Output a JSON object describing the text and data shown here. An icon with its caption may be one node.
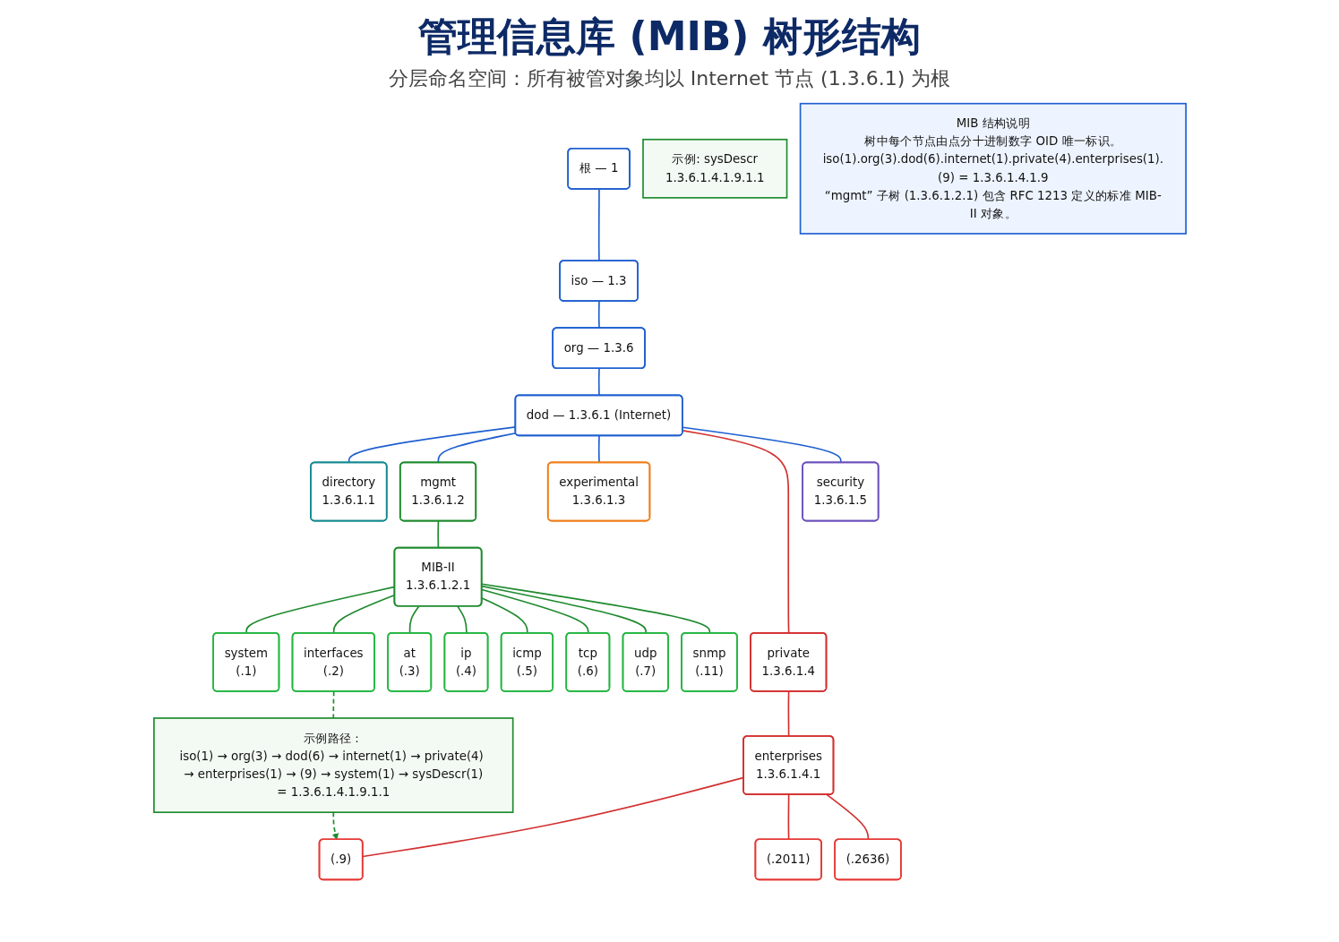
{
  "diagram": {
    "title": "管理信息库 (MIB) 树形结构",
    "nodes": [
      {
        "text": [
          "根 — 1"
        ]
      },
      {
        "text": [
          "iso — 1.3"
        ]
      },
      {
        "text": [
          "org — 1.3.6"
        ]
      },
      {
        "text": [
          "dod — 1.3.6.1 (Internet)"
        ]
      },
      {
        "text": [
          "directory",
          "1.3.6.1.1"
        ]
      },
      {
        "text": [
          "mgmt",
          "1.3.6.1.2"
        ]
      },
      {
        "text": [
          "experimental",
          "1.3.6.1.3"
        ]
      },
      {
        "text": [
          "private",
          "1.3.6.1.4"
        ]
      },
      {
        "text": [
          "security",
          "1.3.6.1.5"
        ]
      },
      {
        "text": [
          "MIB-II",
          "1.3.6.1.2.1"
        ]
      },
      {
        "text": [
          "enterprises",
          "1.3.6.1.4.1"
        ]
      },
      {
        "text": [
          "system",
          "(.1)"
        ]
      },
      {
        "text": [
          "interfaces",
          "(.2)"
        ]
      },
      {
        "text": [
          "at",
          "(.3)"
        ]
      },
      {
        "text": [
          "ip",
          "(.4)"
        ]
      },
      {
        "text": [
          "icmp",
          "(.5)"
        ]
      },
      {
        "text": [
          "tcp",
          "(.6)"
        ]
      },
      {
        "text": [
          "udp",
          "(.7)"
        ]
      },
      {
        "text": [
          "snmp",
          "(.11)"
        ]
      },
      {
        "text": [
          "(.9)"
        ]
      },
      {
        "text": [
          "(.2011)"
        ]
      },
      {
        "text": [
          "(.2636)"
        ]
      },
      {
        "text": [
          "示例路径：",
          "iso(1) → org(3) → dod(6) → internet(1) → private(4) → enterprises(1) → (9) → system(1) → sysDescr(1)",
          "= 1.3.6.1.4.1.9.1.1"
        ]
      },
      {
        "text": [
          "示例: sysDescr",
          "1.3.6.1.4.1.9.1.1"
        ]
      },
      {
        "text": [
          "MIB 结构说明",
          "树中每个节点由点分十进制数字 OID 唯一标识。",
          "iso(1).org(3).dod(6).internet(1).private(4).enterprises(1).(9) = 1.3.6.1.4.1.9",
          "“mgmt” 子树 (1.3.6.1.2.1) 包含 RFC 1213 定义的标准 MIB-II 对象。"
        ]
      }
    ],
    "edges": [
      {
        "from": 0,
        "to": 1,
        "arrow": "none",
        "color": "#1f5fcf"
      },
      {
        "from": 1,
        "to": 2,
        "arrow": "none",
        "color": "#1f5fcf"
      },
      {
        "from": 2,
        "to": 3,
        "arrow": "none",
        "color": "#1f5fcf"
      },
      {
        "from": 3,
        "to": 4,
        "arrow": "none",
        "color": "#1f5fcf"
      },
      {
        "from": 3,
        "to": 5,
        "arrow": "none",
        "color": "#1f5fcf"
      },
      {
        "from": 3,
        "to": 6,
        "arrow": "none",
        "color": "#1f5fcf"
      },
      {
        "from": 3,
        "to": 7,
        "arrow": "none",
        "color": "#d32f2f"
      },
      {
        "from": 3,
        "to": 8,
        "arrow": "none",
        "color": "#1f5fcf"
      },
      {
        "from": 5,
        "to": 9,
        "arrow": "none",
        "color": "#1e8a2e"
      },
      {
        "from": 7,
        "to": 10,
        "arrow": "none",
        "color": "#d32f2f"
      },
      {
        "from": 9,
        "to": 11,
        "arrow": "none",
        "color": "#1e8a2e"
      },
      {
        "from": 9,
        "to": 12,
        "arrow": "none",
        "color": "#1e8a2e"
      },
      {
        "from": 9,
        "to": 13,
        "arrow": "none",
        "color": "#1e8a2e"
      },
      {
        "from": 9,
        "to": 14,
        "arrow": "none",
        "color": "#1e8a2e"
      },
      {
        "from": 9,
        "to": 15,
        "arrow": "none",
        "color": "#1e8a2e"
      },
      {
        "from": 9,
        "to": 16,
        "arrow": "none",
        "color": "#1e8a2e"
      },
      {
        "from": 9,
        "to": 17,
        "arrow": "none",
        "color": "#1e8a2e"
      },
      {
        "from": 9,
        "to": 18,
        "arrow": "none",
        "color": "#1e8a2e"
      },
      {
        "from": 10,
        "to": 19,
        "arrow": "none",
        "color": "#d32f2f"
      },
      {
        "from": 10,
        "to": 20,
        "arrow": "none",
        "color": "#d32f2f"
      },
      {
        "from": 10,
        "to": 21,
        "arrow": "none",
        "color": "#d32f2f"
      },
      {
        "from": 12,
        "to": 22,
        "arrow": "none",
        "style": "dashed",
        "color": "#1e8a2e"
      },
      {
        "from": 22,
        "to": 19,
        "arrow": "to",
        "style": "dashed",
        "color": "#1e8a2e"
      }
    ],
    "labels": [
      "分层命名空间：所有被管对象均以 Internet 节点 (1.3.6.1) 为根"
    ]
  }
}
